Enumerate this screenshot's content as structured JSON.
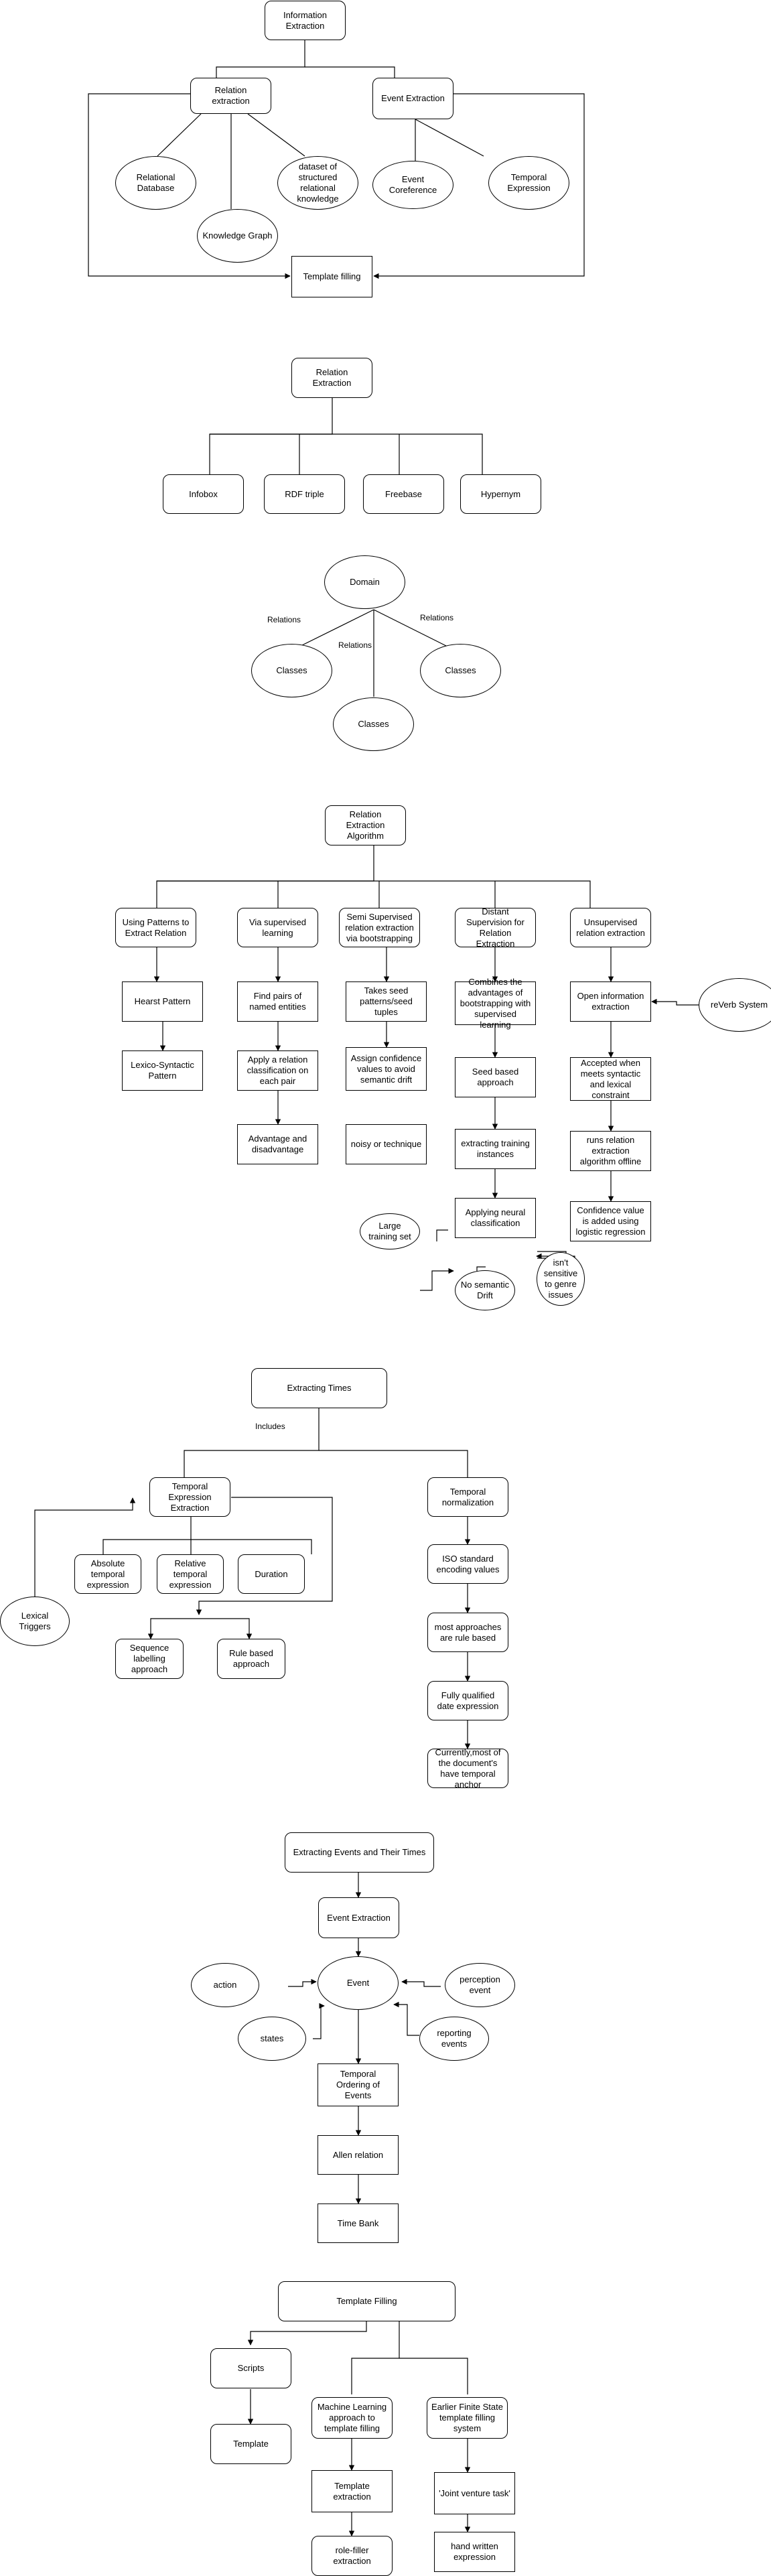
{
  "diagram1": {
    "information_extraction": "Information Extraction",
    "relation_extraction": "Relation extraction",
    "event_extraction": "Event Extraction",
    "relational_database": "Relational Database",
    "knowledge_graph": "Knowledge Graph",
    "structured_dataset": "dataset of structured relational knowledge",
    "event_coreference": "Event Coreference",
    "temporal_expression": "Temporal Expression",
    "template_filling": "Template filling"
  },
  "diagram2": {
    "relation_extraction": "Relation Extraction",
    "infobox": "Infobox",
    "rdf_triple": "RDF triple",
    "freebase": "Freebase",
    "hypernym": "Hypernym"
  },
  "diagram3": {
    "domain": "Domain",
    "classes": "Classes",
    "relations": "Relations"
  },
  "diagram4": {
    "root": "Relation Extraction Algorithm",
    "patterns": "Using Patterns to Extract Relation",
    "hearst": "Hearst Pattern",
    "lexico": "Lexico-Syntactic Pattern",
    "supervised": "Via supervised learning",
    "find_pairs": "Find pairs of named entities",
    "apply_classification": "Apply a relation classification on each pair",
    "advantage": "Advantage and disadvantage",
    "semi": "Semi Supervised relation extraction via bootstrapping",
    "seed_tuples": "Takes seed patterns/seed tuples",
    "confidence_values": "Assign confidence values to avoid semantic drift",
    "noisy": "noisy or technique",
    "distant": "Distant Supervision for Relation Extraction",
    "combines": "Combines the advantages of bootstrapping with supervised learning",
    "seed_based": "Seed based approach",
    "extracting_training": "extracting training instances",
    "neural": "Applying neural classification",
    "large_training": "Large training set",
    "no_drift": "No semantic Drift",
    "genre": "isn't sensitive to genre issues",
    "unsupervised": "Unsupervised relation extraction",
    "open_ie": "Open information extraction",
    "revserb": "reVerb System",
    "accepted": "Accepted when meets syntactic and lexical constraint",
    "runs_offline": "runs relation extraction algorithm offline",
    "confidence_logistic": "Confidence value is added using logistic regression"
  },
  "diagram5": {
    "root": "Extracting Times",
    "includes": "Includes",
    "temporal_extraction": "Temporal Expression Extraction",
    "absolute": "Absolute temporal expression",
    "relative": "Relative temporal expression",
    "duration": "Duration",
    "lexical": "Lexical Triggers",
    "sequence": "Sequence labelling approach",
    "rule_based": "Rule based approach",
    "normalization": "Temporal normalization",
    "iso": "ISO standard encoding values",
    "most_rule": "most approaches are rule based",
    "fully_qualified": "Fully qualified date expression",
    "currently": "Currently,most of the document's have temporal anchor"
  },
  "diagram6": {
    "root": "Extracting Events and Their Times",
    "event_extraction": "Event Extraction",
    "event": "Event",
    "action": "action",
    "states": "states",
    "perception": "perception event",
    "reporting": "reporting events",
    "temporal_ordering": "Temporal Ordering of Events",
    "allen": "Allen relation",
    "time_bank": "Time Bank"
  },
  "diagram7": {
    "root": "Template Filling",
    "scripts": "Scripts",
    "template": "Template",
    "ml": "Machine Learning approach to template filling",
    "template_extraction": "Template extraction",
    "role_filler": "role-filler extraction",
    "fsm": "Earlier Finite State template filling system",
    "joint_venture": "'Joint venture task'",
    "hand_written": "hand written expression"
  },
  "colors": {
    "stroke": "#000000",
    "fill": "#ffffff"
  }
}
